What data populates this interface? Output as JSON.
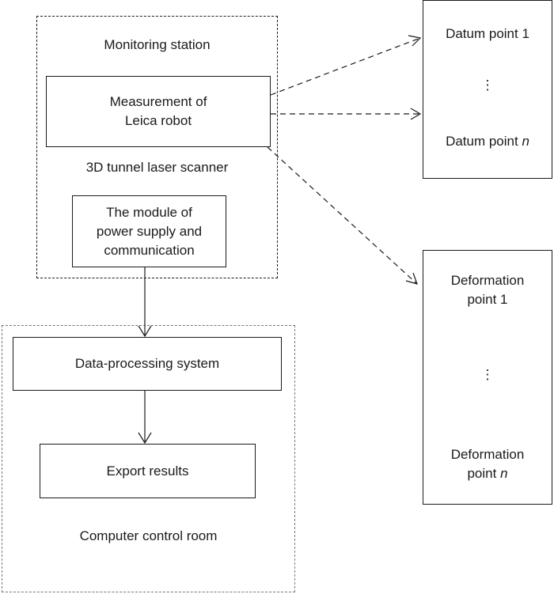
{
  "monitoring_station": {
    "title": "Monitoring station",
    "leica_box": {
      "line1": "Measurement of",
      "line2": "Leica robot"
    },
    "scanner_label": "3D tunnel laser scanner",
    "power_box": {
      "line1": "The module of",
      "line2": "power supply and",
      "line3": "communication"
    }
  },
  "computer_room": {
    "title": "Computer control room",
    "processing_box": "Data-processing system",
    "export_box": "Export results"
  },
  "datum_points": {
    "first_label": "Datum point 1",
    "ellipsis": "⋮",
    "last_label": "Datum point ",
    "last_index": "n"
  },
  "deformation_points": {
    "first_line1": "Deformation",
    "first_line2": "point 1",
    "ellipsis": "⋮",
    "last_line1": "Deformation",
    "last_line2": "point ",
    "last_index": "n"
  }
}
